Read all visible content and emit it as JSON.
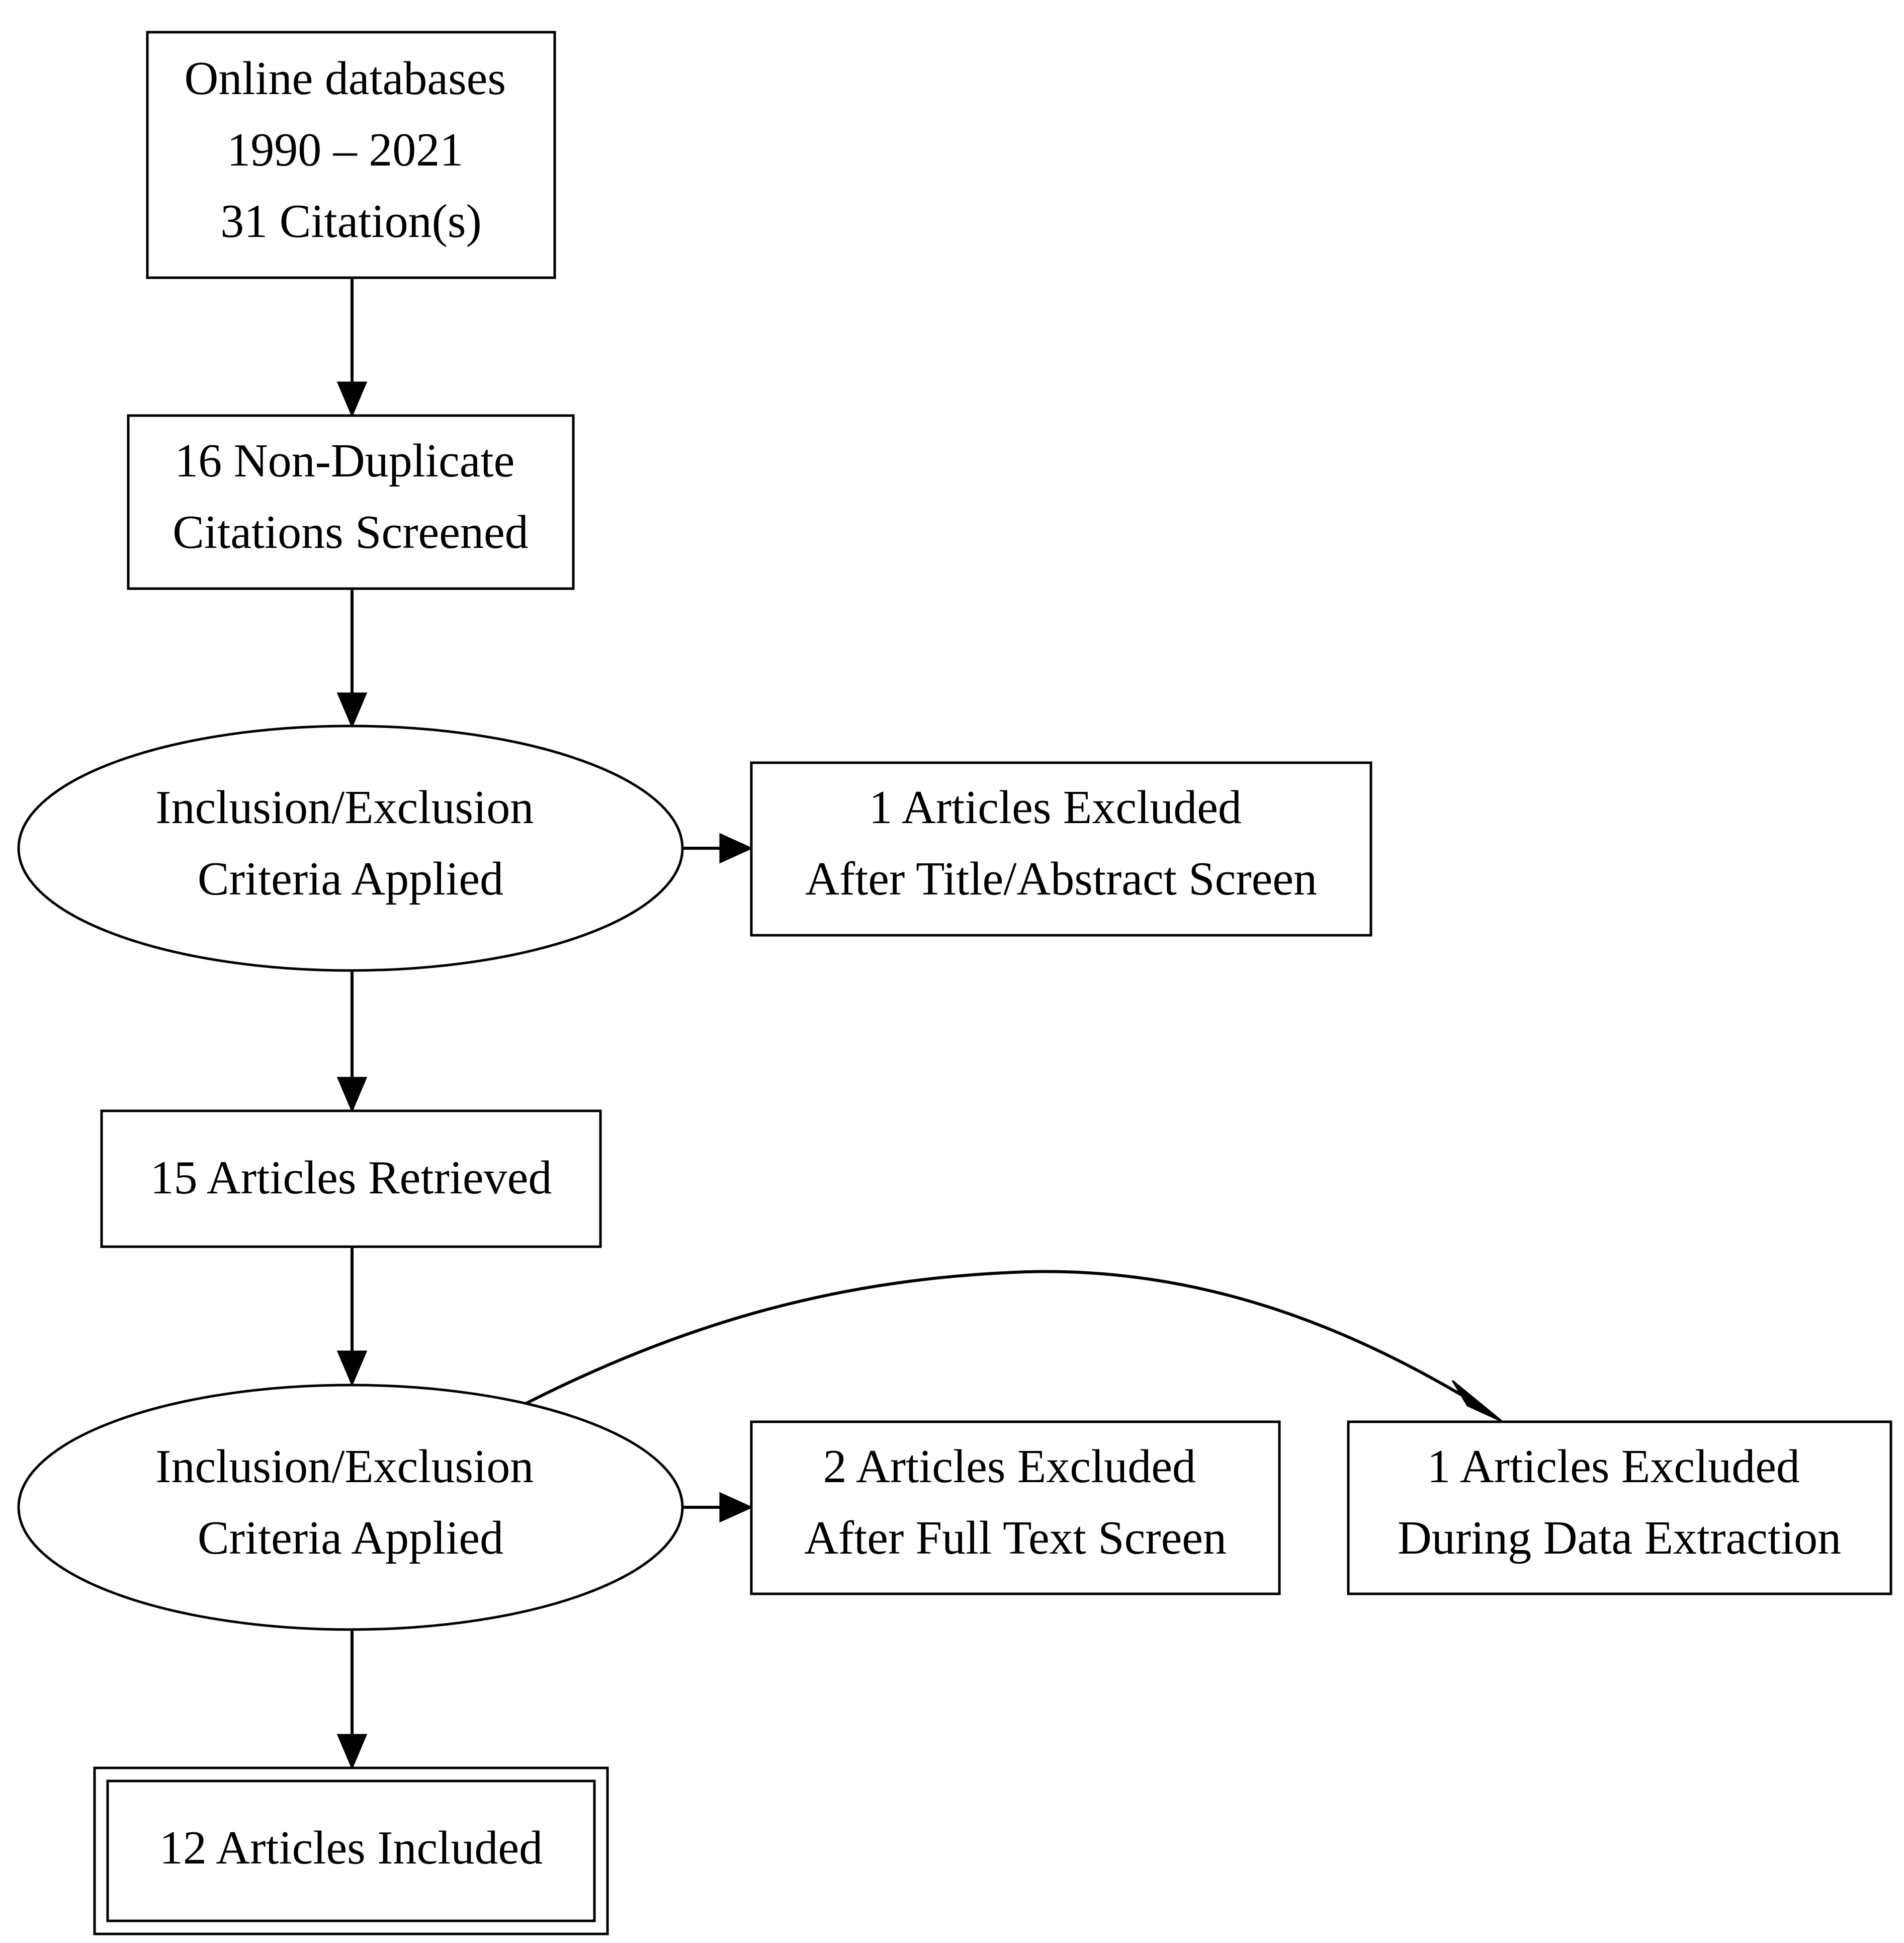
{
  "nodes": {
    "databases": {
      "lines": [
        "Online databases",
        "1990 – 2021",
        "31 Citation(s)"
      ]
    },
    "screened": {
      "lines": [
        "16 Non-Duplicate",
        "Citations Screened"
      ]
    },
    "criteria_1": {
      "lines": [
        "Inclusion/Exclusion",
        "Criteria Applied"
      ]
    },
    "excluded_title_abstract": {
      "lines": [
        "1 Articles Excluded",
        "After Title/Abstract Screen"
      ]
    },
    "retrieved": {
      "lines": [
        "15 Articles Retrieved"
      ]
    },
    "criteria_2": {
      "lines": [
        "Inclusion/Exclusion",
        "Criteria Applied"
      ]
    },
    "excluded_full_text": {
      "lines": [
        "2 Articles Excluded",
        "After Full Text Screen"
      ]
    },
    "excluded_data_extraction": {
      "lines": [
        "1 Articles Excluded",
        "During Data Extraction"
      ]
    },
    "included": {
      "lines": [
        "12 Articles Included"
      ]
    }
  },
  "edges": [
    [
      "databases",
      "screened"
    ],
    [
      "screened",
      "criteria_1"
    ],
    [
      "criteria_1",
      "excluded_title_abstract"
    ],
    [
      "criteria_1",
      "retrieved"
    ],
    [
      "retrieved",
      "criteria_2"
    ],
    [
      "criteria_2",
      "excluded_full_text"
    ],
    [
      "criteria_2",
      "excluded_data_extraction"
    ],
    [
      "criteria_2",
      "included"
    ]
  ]
}
